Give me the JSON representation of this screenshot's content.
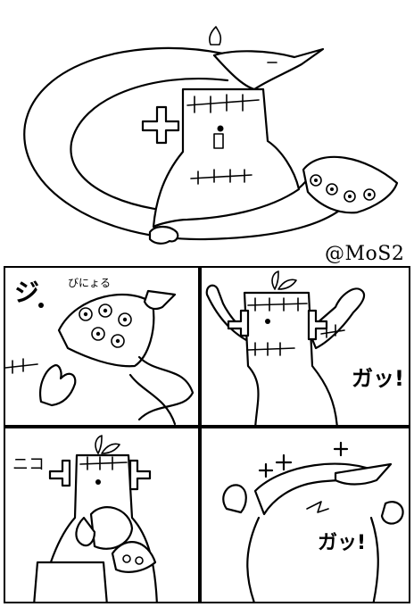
{
  "credit": "@MoS2",
  "panels": {
    "p1": {
      "sfx": "ジ",
      "sfx_small": "びにょる"
    },
    "p2": {
      "sfx": "ガッ!"
    },
    "p3": {
      "sfx": "ニコ"
    },
    "p4": {
      "sfx": "ガッ!"
    }
  }
}
